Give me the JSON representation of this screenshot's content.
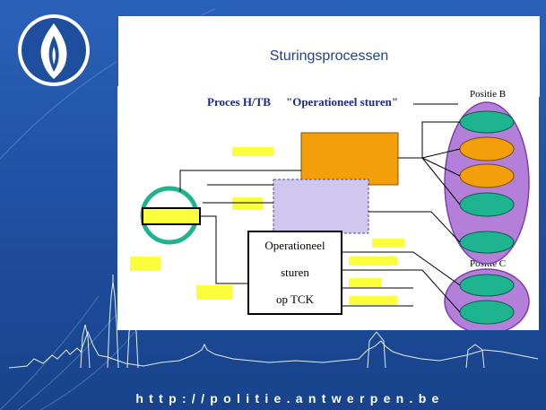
{
  "slide": {
    "title": "Sturingsprocessen",
    "footer_url": "http://politie.antwerpen.be"
  },
  "diagram": {
    "heading": "Proces H/TB",
    "heading_quote": "\"Operationeel sturen\"",
    "position_b": "Positie B",
    "position_c": "Positie C",
    "main_box": [
      "Operationeel",
      "sturen",
      "op TCK"
    ]
  },
  "colors": {
    "brand_blue": "#1f4e9e",
    "title_text": "#1f3f8f",
    "orange": "#f29f0a",
    "lavender": "#cfc7ee",
    "purple": "#9b63c9",
    "teal": "#1eb48f",
    "yellow": "#fbff3b"
  }
}
